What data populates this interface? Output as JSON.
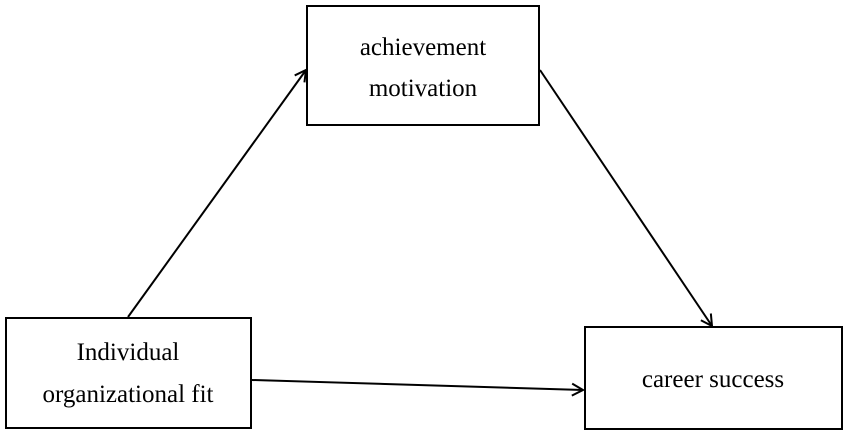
{
  "nodes": {
    "achievement": {
      "line1": "achievement",
      "line2": "motivation"
    },
    "individual": {
      "line1": "Individual",
      "line2": "organizational fit"
    },
    "career": {
      "line1": "career success"
    }
  },
  "colors": {
    "stroke": "#000000",
    "background": "#ffffff",
    "text": "#000000"
  }
}
